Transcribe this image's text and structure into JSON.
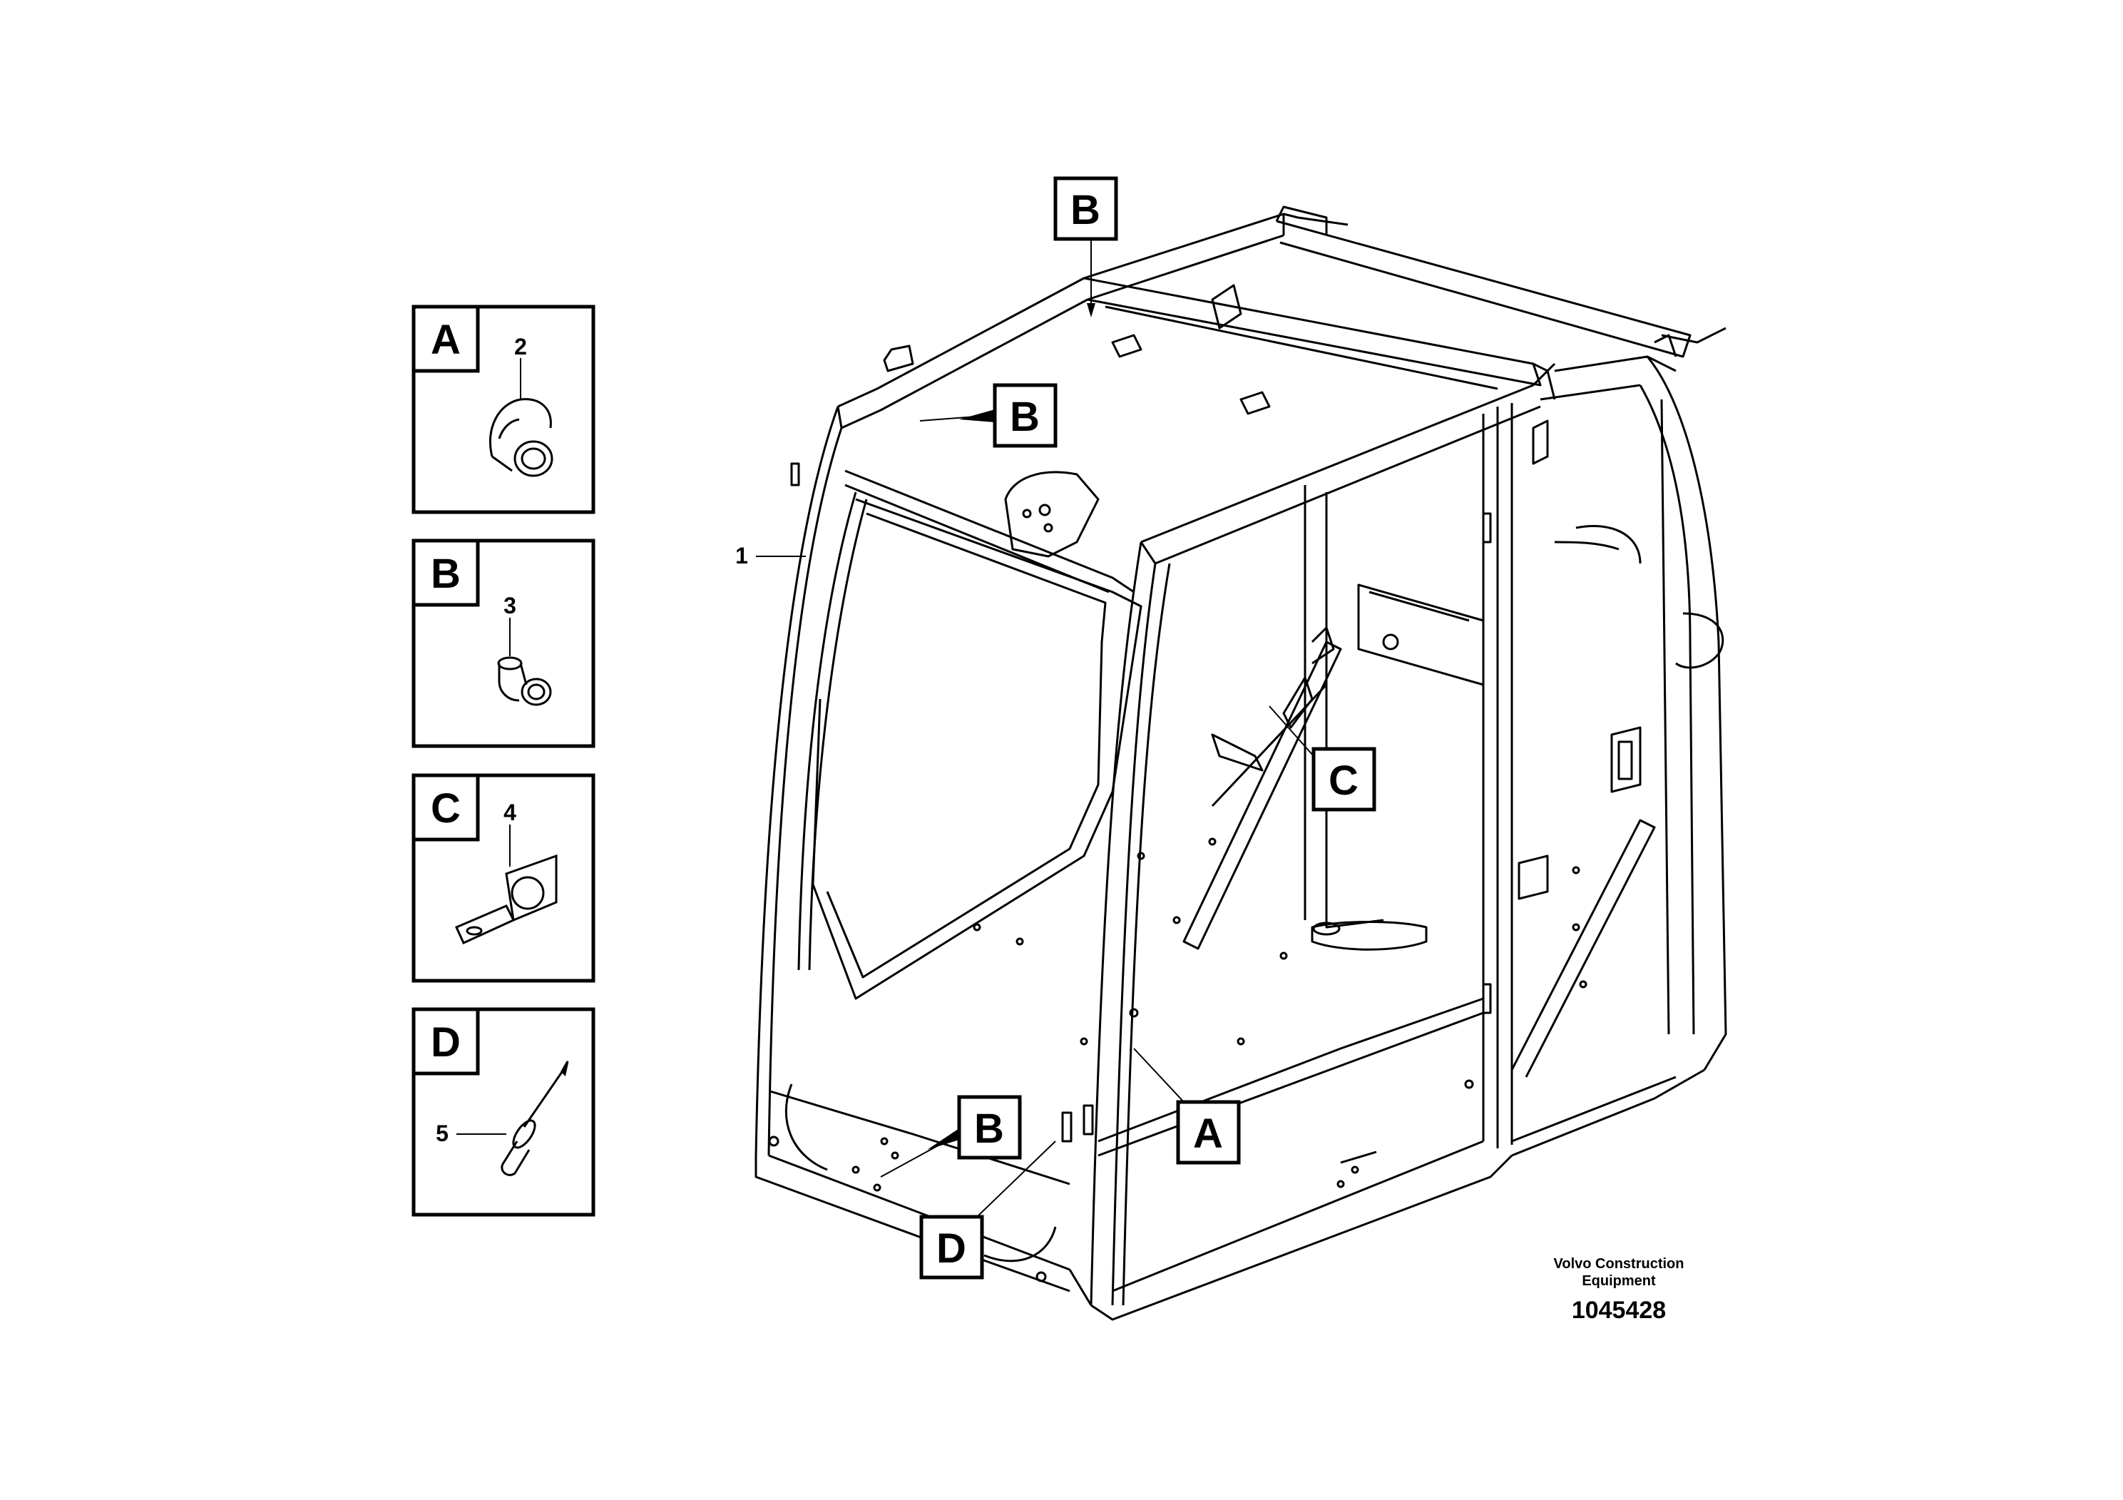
{
  "legend": [
    {
      "letter": "A",
      "part": "2"
    },
    {
      "letter": "B",
      "part": "3"
    },
    {
      "letter": "C",
      "part": "4"
    },
    {
      "letter": "D",
      "part": "5"
    }
  ],
  "main_part": "1",
  "callouts": [
    "B",
    "B",
    "C",
    "A",
    "B",
    "D"
  ],
  "footer": {
    "line1": "Volvo Construction",
    "line2": "Equipment",
    "drawing_number": "1045428"
  }
}
